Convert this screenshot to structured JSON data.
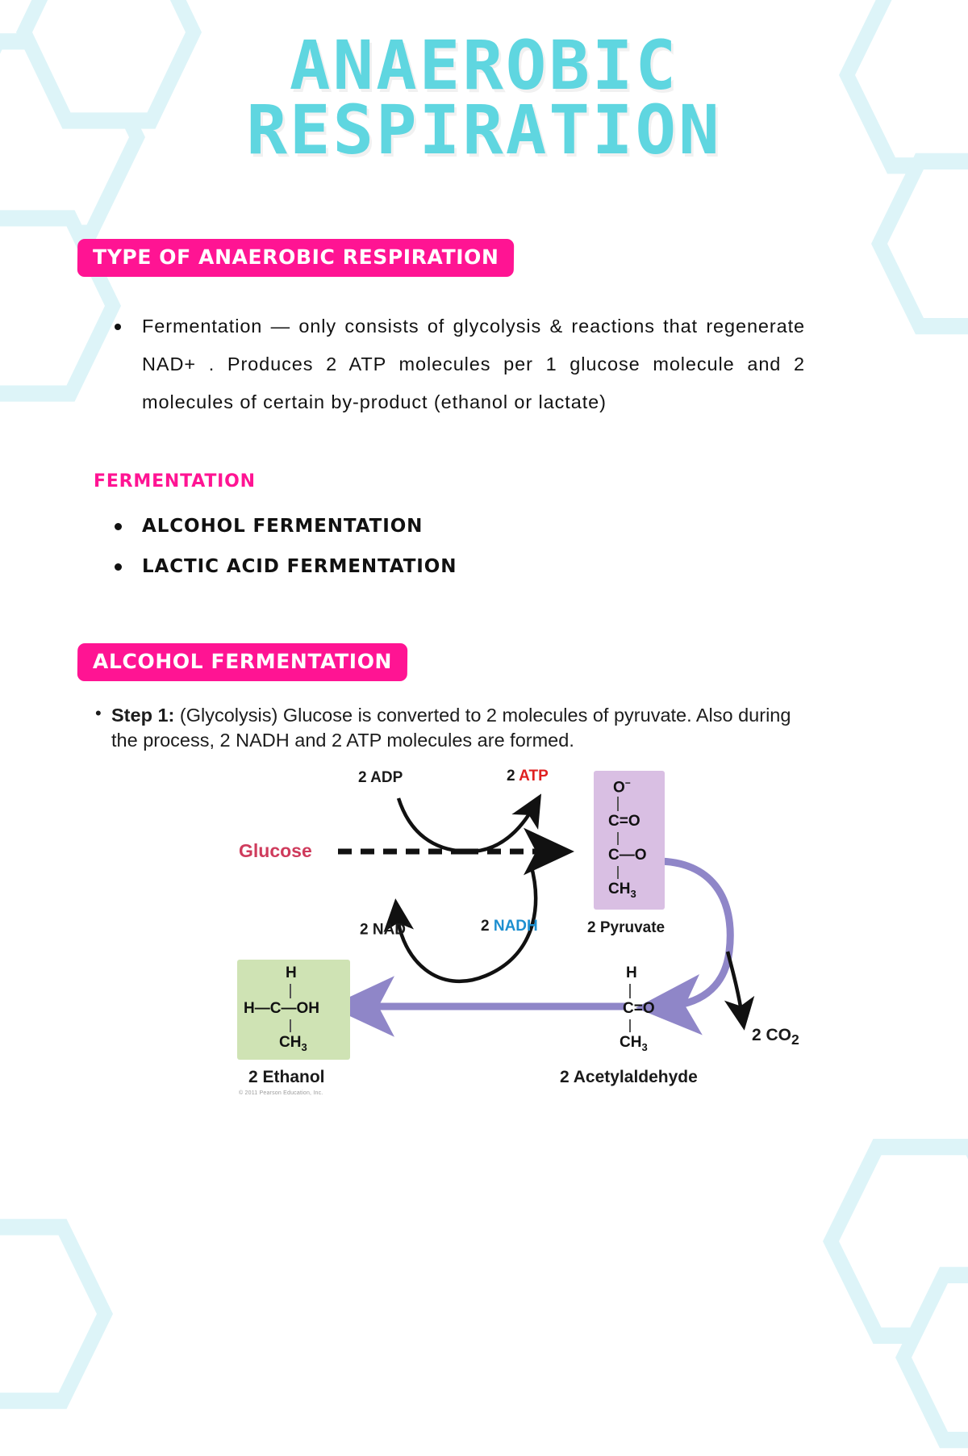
{
  "theme": {
    "title_color": "#5fd6e0",
    "badge_color": "#ff1493",
    "badge_text_color": "#ffffff",
    "subhead_color": "#ff1493",
    "body_color": "#141414",
    "glucose_color": "#cf3b5c",
    "atp_color": "#e02020",
    "nadh_color": "#1d8fd0",
    "pyruvate_box_color": "#d9bfe3",
    "ethanol_box_color": "#cfe3b4",
    "arrow_purple": "#8f86c8",
    "hex_watermark_color": "#e8f9fb"
  },
  "title": {
    "line1": "ANAEROBIC",
    "line2": "RESPIRATION"
  },
  "section_type": {
    "badge": "TYPE OF ANAEROBIC RESPIRATION",
    "bullets": [
      "Fermentation — only consists of glycolysis & reactions that regenerate NAD+ . Produces 2 ATP molecules per 1 glucose molecule and 2 molecules of certain by-product (ethanol or lactate)"
    ],
    "subhead": "FERMENTATION",
    "sub_bullets": [
      "ALCOHOL FERMENTATION",
      "LACTIC ACID FERMENTATION"
    ]
  },
  "section_alcohol": {
    "badge": "ALCOHOL FERMENTATION",
    "step_label": "Step 1:",
    "step_text": " (Glycolysis) Glucose is converted to 2 molecules of pyruvate. Also during the process, 2 NADH and 2 ATP molecules are formed."
  },
  "diagram": {
    "labels": {
      "adp": "2 ADP",
      "atp_count": "2",
      "atp": "ATP",
      "glucose": "Glucose",
      "nad": "2 NAD",
      "nad_sup": "+",
      "nadh_count": "2",
      "nadh": "NADH",
      "pyruvate": "2 Pyruvate",
      "ethanol": "2 Ethanol",
      "acetylaldehyde": "2 Acetylaldehyde",
      "co2_count": "2 CO",
      "co2_sub": "2"
    },
    "pyruvate_structure": {
      "l1": "O",
      "l1_sup": "−",
      "l2": "C",
      "l2_bond": "=",
      "l2_o": "O",
      "l3": "C",
      "l3_bond": "—",
      "l3_o": "O",
      "l4": "CH",
      "l4_sub": "3"
    },
    "ethanol_structure": {
      "top": "H",
      "mid_left": "H",
      "mid_bond": "—",
      "mid_c": "C",
      "mid_bond2": "—",
      "mid_oh": "OH",
      "bottom": "CH",
      "bottom_sub": "3"
    },
    "acetylaldehyde_structure": {
      "top": "H",
      "mid_c": "C",
      "mid_bond": "=",
      "mid_o": "O",
      "bottom": "CH",
      "bottom_sub": "3"
    },
    "credit": "© 2011 Pearson Education, Inc."
  }
}
